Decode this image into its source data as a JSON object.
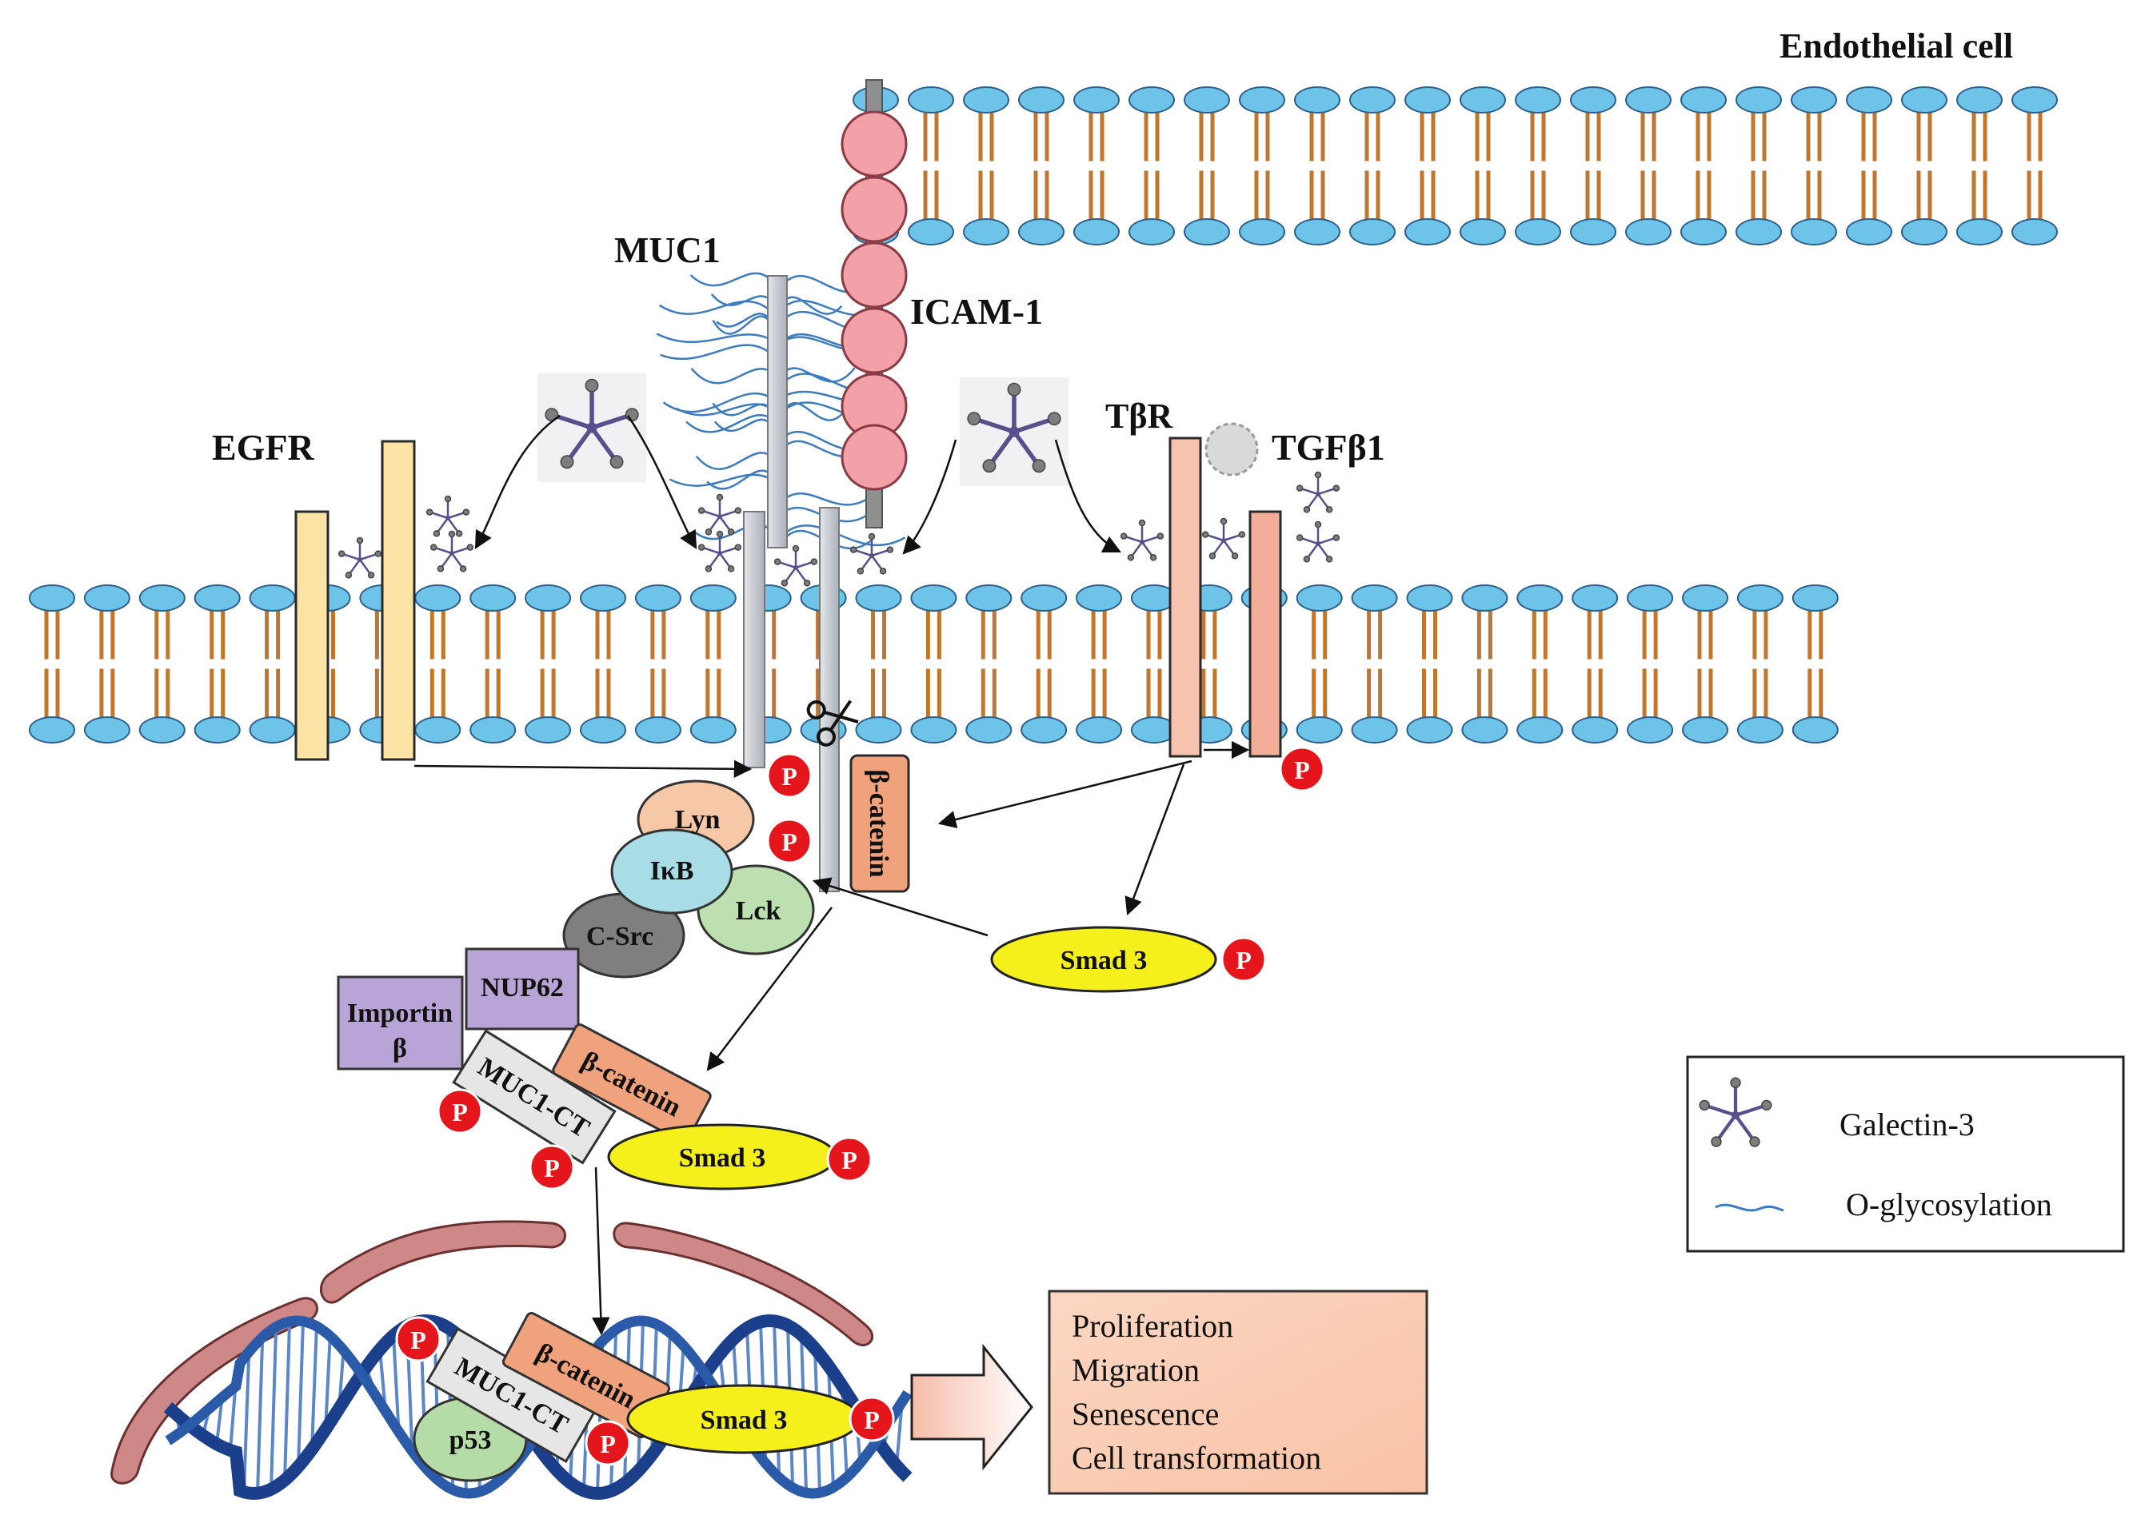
{
  "labels": {
    "endothelial_cell": "Endothelial cell",
    "muc1": "MUC1",
    "icam1": "ICAM-1",
    "egfr": "EGFR",
    "tbr": "TβR",
    "tgfb1": "TGFβ1",
    "p": "P",
    "lyn": "Lyn",
    "ikb": "IκB",
    "lck": "Lck",
    "csrc": "C-Src",
    "beta_catenin": "β-catenin",
    "smad3": "Smad 3",
    "importin_line1": "Importin",
    "importin_line2": "β",
    "nup62": "NUP62",
    "muc1_ct": "MUC1-CT",
    "p53": "p53"
  },
  "outcomes": [
    "Proliferation",
    "Migration",
    "Senescence",
    "Cell transformation"
  ],
  "legend": {
    "galectin": "Galectin-3",
    "oglyco": "O-glycosylation"
  },
  "colors": {
    "lipid_head": "#6ec3e8",
    "lipid_tail": "#c0762c",
    "icam_bead": "#f2a1a8",
    "egfr": "#fbe3a6",
    "tbr": "#f6b9a4",
    "muc1_bar": "#c9ced6",
    "beta_catenin": "#f0a27c",
    "smad3": "#f5ef1c",
    "phospho": "#e4161c",
    "lyn": "#f7c8a8",
    "ikb": "#a8dde6",
    "lck": "#bde0b0",
    "csrc": "#8a8a8a",
    "importin": "#b8a4d6",
    "p53": "#b5dca6",
    "nuclear_membrane": "#cf8888",
    "dna": "#1c3f8c",
    "outcome_box": "#fbd2bc",
    "glyco": "#3c7bbf",
    "galectin": "#5a4f8c"
  },
  "icons": {
    "galectin": "galectin-3-star-icon",
    "scissors": "scissors-icon",
    "arrow": "block-arrow-icon"
  }
}
